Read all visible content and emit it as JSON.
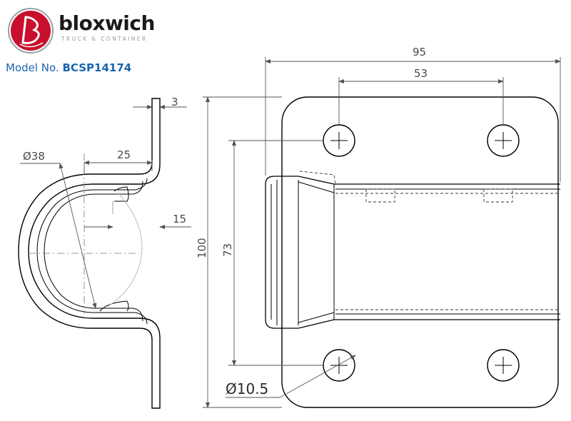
{
  "brand": {
    "name": "bloxwich",
    "tagline": "TRUCK & CONTAINER",
    "colors": {
      "logo_red": "#c8102e",
      "model_blue": "#1a66b0"
    }
  },
  "model": {
    "label": "Model No.",
    "value": "BCSP14174"
  },
  "dimensions": {
    "thickness": "3",
    "loop_diameter": "Ø38",
    "flange_length": "25",
    "offset": "15",
    "overall_height": "100",
    "hole_spacing_vertical": "73",
    "overall_width": "95",
    "hole_spacing_horizontal": "53",
    "hole_diameter": "Ø10.5"
  }
}
